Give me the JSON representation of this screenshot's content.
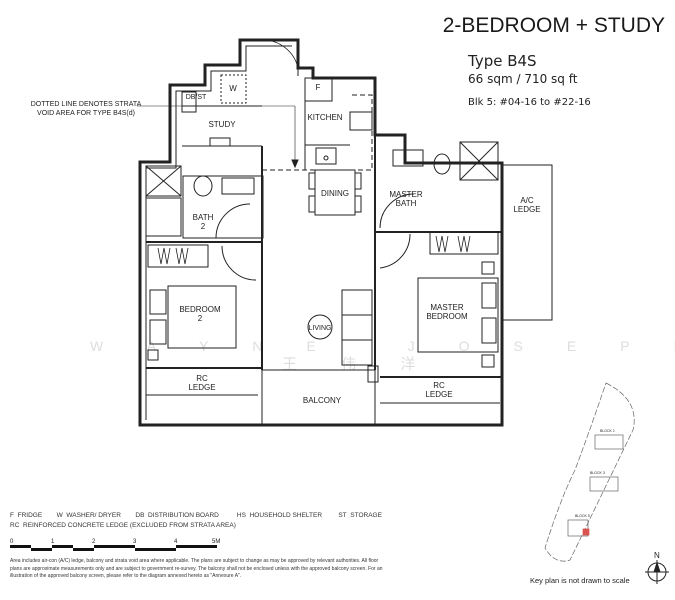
{
  "header": {
    "title": "2-BEDROOM + STUDY",
    "unit_type": "Type B4S",
    "area": "66 sqm / 710 sq ft",
    "units": "Blk 5: #04-16 to #22-16"
  },
  "plan": {
    "annotation": [
      "DOTTED LINE DENOTES STRATA",
      "VOID AREA FOR TYPE B4S(d)"
    ],
    "rooms": {
      "db_st": "DB/ST",
      "washer": "W",
      "fridge": "F",
      "study": "STUDY",
      "kitchen": "KITCHEN",
      "dining": "DINING",
      "bath2": [
        "BATH",
        "2"
      ],
      "master_bath": [
        "MASTER",
        "BATH"
      ],
      "ac_ledge": [
        "A/C",
        "LEDGE"
      ],
      "bedroom2": [
        "BEDROOM",
        "2"
      ],
      "living": "LIVING",
      "master_bedroom": [
        "MASTER",
        "BEDROOM"
      ],
      "rc_ledge_left": [
        "RC",
        "LEDGE"
      ],
      "balcony": "BALCONY",
      "rc_ledge_right": [
        "RC",
        "LEDGE"
      ]
    },
    "watermark": "WAYNE JOSEPH ONG",
    "watermark_cn": "王 伟 洋"
  },
  "legend": {
    "row1": [
      {
        "code": "F",
        "text": "FRIDGE"
      },
      {
        "code": "W",
        "text": "WASHER/ DRYER"
      },
      {
        "code": "DB",
        "text": "DISTRIBUTION BOARD"
      },
      {
        "code": "HS",
        "text": "HOUSEHOLD SHELTER"
      },
      {
        "code": "ST",
        "text": "STORAGE"
      }
    ],
    "row2": {
      "code": "RC",
      "text": "REINFORCED CONCRETE LEDGE (EXCLUDED FROM STRATA AREA)"
    }
  },
  "scale_bar": {
    "ticks": [
      "0",
      "1",
      "2",
      "3",
      "4",
      "5M"
    ]
  },
  "disclaimer": "Area includes air-con (A/C) ledge, balcony and strata void area where applicable. The plans are subject to change as may be approved by relevant authorities. All floor plans are approximate measurements only and are subject to government re-survey. The balcony shall not be enclosed unless with the approved balcony screen. For an illustration of the approved balcony screen, please refer to the diagram annexed hereto as \"Annexure A\".",
  "key_plan": {
    "blocks": [
      "BLOCK 1",
      "BLOCK 3",
      "BLOCK 5"
    ],
    "note": "Key plan is not drawn to scale",
    "north": "N",
    "highlight_color": "#d9534f"
  }
}
